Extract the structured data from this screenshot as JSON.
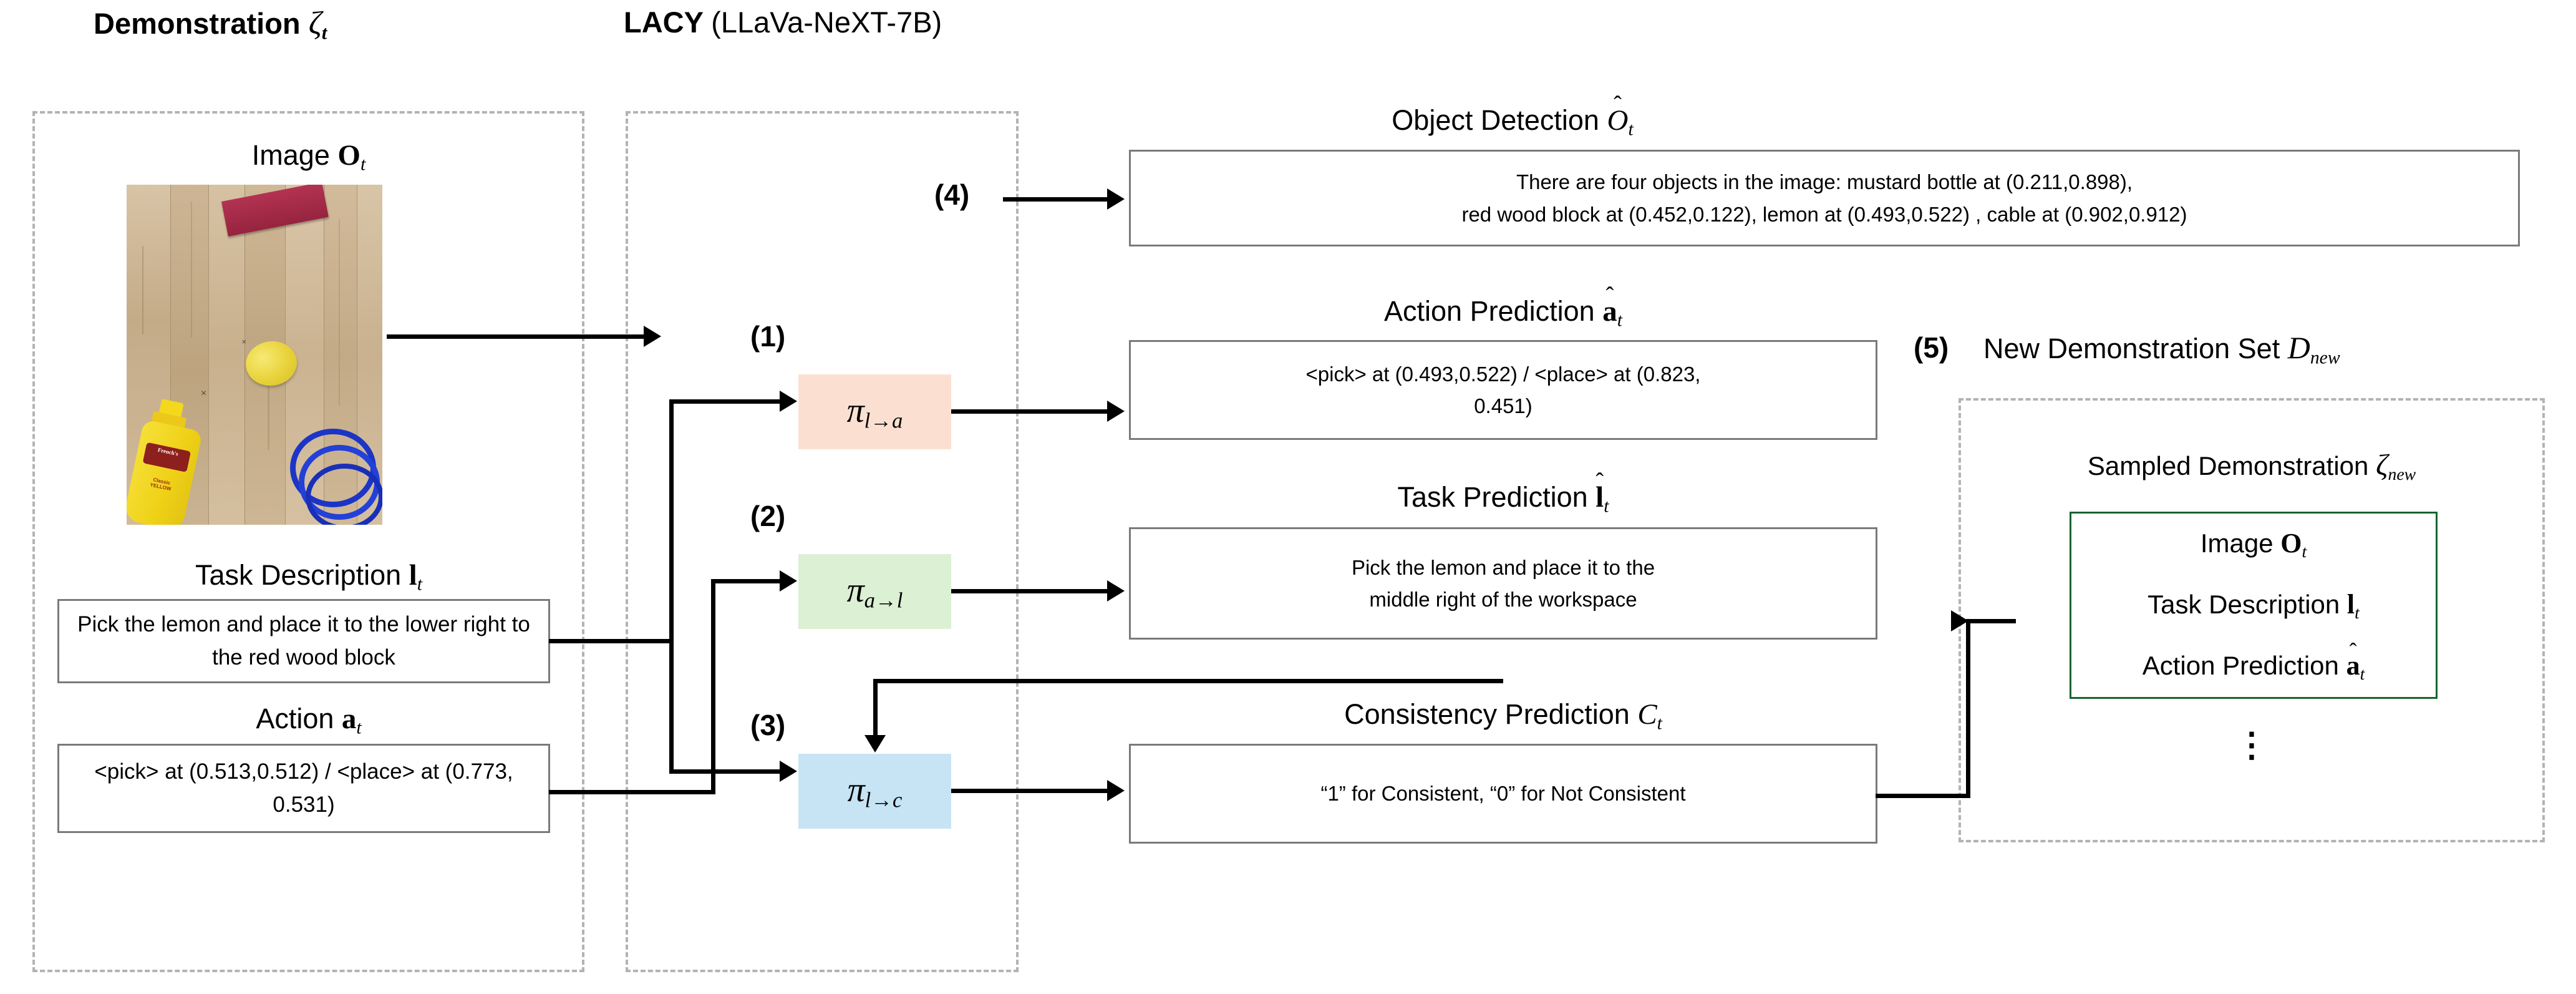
{
  "panels": {
    "demonstration": {
      "title": "Demonstration",
      "title_symbol": "ζ",
      "title_sub": "t",
      "image_label": "Image",
      "image_symbol": "O",
      "image_sub": "t",
      "task_label": "Task Description",
      "task_symbol": "l",
      "task_sub": "t",
      "task_value": "Pick the lemon and place it to the lower right to the red wood block",
      "action_label": "Action",
      "action_symbol": "a",
      "action_sub": "t",
      "action_value": "<pick> at (0.513,0.512) / <place> at (0.773, 0.531)"
    },
    "lacy": {
      "title_bold": "LACY",
      "title_paren": "(LLaVa-NeXT-7B)",
      "policies": [
        {
          "name": "policy-l-to-a",
          "pi": "π",
          "from": "l",
          "to": "a",
          "step": "(1)",
          "color": "#fbe0d2"
        },
        {
          "name": "policy-a-to-l",
          "pi": "π",
          "from": "a",
          "to": "l",
          "step": "(2)",
          "color": "#dcf0d4"
        },
        {
          "name": "policy-l-to-c",
          "pi": "π",
          "from": "l",
          "to": "c",
          "step": "(3)",
          "color": "#c6e4f4"
        }
      ]
    },
    "outputs": {
      "object_detection": {
        "step": "(4)",
        "label": "Object Detection",
        "symbol": "O",
        "sub": "t",
        "line1": "There are four objects in the image: mustard bottle at (0.211,0.898),",
        "line2": "red wood block at (0.452,0.122), lemon at (0.493,0.522) , cable at (0.902,0.912)"
      },
      "action_prediction": {
        "label": "Action Prediction",
        "symbol": "a",
        "sub": "t",
        "line1": "<pick> at (0.493,0.522) / <place> at (0.823,",
        "line2": "0.451)"
      },
      "task_prediction": {
        "label": "Task Prediction",
        "symbol": "l",
        "sub": "t",
        "line1": "Pick the lemon and place it to the",
        "line2": "middle right of the workspace"
      },
      "consistency_prediction": {
        "label": "Consistency Prediction",
        "symbol": "C",
        "sub": "t",
        "line1": "“1” for Consistent, “0” for Not Consistent"
      }
    },
    "new_set": {
      "step": "(5)",
      "title": "New Demonstration Set",
      "title_symbol": "D",
      "title_sub": "new",
      "sampled_label": "Sampled Demonstration",
      "sampled_symbol": "ζ",
      "sampled_sub": "new",
      "rows": [
        {
          "label": "Image",
          "symbol": "O",
          "sub": "t",
          "hat": false
        },
        {
          "label": "Task Description",
          "symbol": "l",
          "sub": "t",
          "hat": false
        },
        {
          "label": "Action Prediction",
          "symbol": "a",
          "sub": "t",
          "hat": true
        }
      ],
      "ellipsis": "⋮"
    }
  },
  "photo": {
    "alt": "overhead photo of wooden workbench",
    "objects": [
      {
        "name": "red-wood-block",
        "color": "#a62a46"
      },
      {
        "name": "lemon",
        "color": "#eedb3e"
      },
      {
        "name": "mustard-bottle",
        "color": "#f2d92b",
        "brand": "French's",
        "sub_brand": "Classic YELLOW MUSTARD"
      },
      {
        "name": "blue-cable",
        "color": "#1b36c9"
      }
    ]
  },
  "colors": {
    "dashed_border": "#b3b3b3",
    "solid_border": "#7a7a7a",
    "green_border": "#17642f",
    "pi_action": "#fbe0d2",
    "pi_lang": "#dcf0d4",
    "pi_consistency": "#c6e4f4",
    "line": "#000000"
  }
}
